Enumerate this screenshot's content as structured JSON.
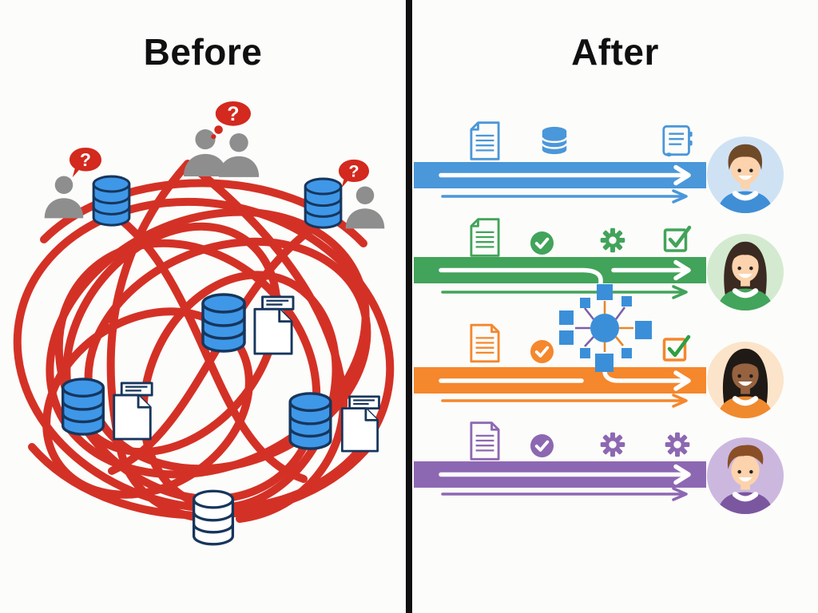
{
  "image_type": "before-after data workflow comparison illustration",
  "divider_color": "#101010",
  "left_panel": {
    "title": "Before",
    "theme": "chaotic tangled data flows",
    "question_mark": "?",
    "colors": {
      "tangle_red": "#d3291e",
      "database_blue": "#3f97e8",
      "outline_navy": "#17365c",
      "person_gray": "#8e8e8e"
    },
    "counts": {
      "blue_databases": 5,
      "white_databases": 1,
      "documents": 3,
      "confused_people": 4,
      "question_bubbles": 3
    }
  },
  "right_panel": {
    "title": "After",
    "theme": "organized parallel data flows to users",
    "hub_color": "#3b8fd8",
    "hub_spoke_purple": "#7d5fa8",
    "hub_spoke_orange": "#e8872b",
    "rows": [
      {
        "name": "blue-flow",
        "color": "#4a97da",
        "check_color": "#ffffff",
        "icons": [
          "document",
          "database",
          "ledger"
        ],
        "avatar": {
          "bg": "#cfe2f4",
          "skin": "#fcd3ac",
          "hair": "#6f4a28",
          "shirt": "#3f8ed6"
        }
      },
      {
        "name": "green-flow",
        "color": "#42a35a",
        "check_color": "#42a35a",
        "icons": [
          "document",
          "check-circle",
          "gear",
          "checkbox"
        ],
        "avatar": {
          "bg": "#d3ead0",
          "skin": "#fcd3ac",
          "hair": "#3a2a22",
          "shirt": "#43a45c"
        }
      },
      {
        "name": "orange-flow",
        "color": "#f5872c",
        "check_color": "#2f9e44",
        "icons": [
          "document",
          "check-circle",
          "network-hub",
          "checkbox"
        ],
        "avatar": {
          "bg": "#fce4ca",
          "skin": "#96623f",
          "hair": "#201a16",
          "shirt": "#f08a2e"
        }
      },
      {
        "name": "purple-flow",
        "color": "#8d68b2",
        "check_color": "#ffffff",
        "icons": [
          "document",
          "check-circle",
          "gear",
          "gear"
        ],
        "avatar": {
          "bg": "#ccb8df",
          "skin": "#fcd3ac",
          "hair": "#8a4f26",
          "shirt": "#7b57a0"
        }
      }
    ]
  }
}
